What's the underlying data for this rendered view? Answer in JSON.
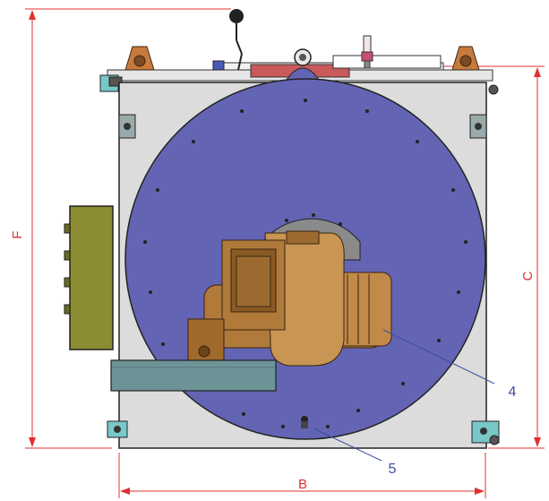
{
  "dimensions": {
    "f_label": "F",
    "c_label": "C",
    "b_label": "B"
  },
  "callouts": {
    "four_label": "4",
    "five_label": "5"
  },
  "colors": {
    "dimension_line": "#e03030",
    "callout_text": "#3b4f9c",
    "disc_fill": "#6464b4",
    "housing_fill": "#dcdcdc",
    "motor_bronze": "#b07a3a",
    "box_olive": "#8c8c32",
    "duct_teal": "#6c9496",
    "bracket_orange": "#c87a3c"
  }
}
